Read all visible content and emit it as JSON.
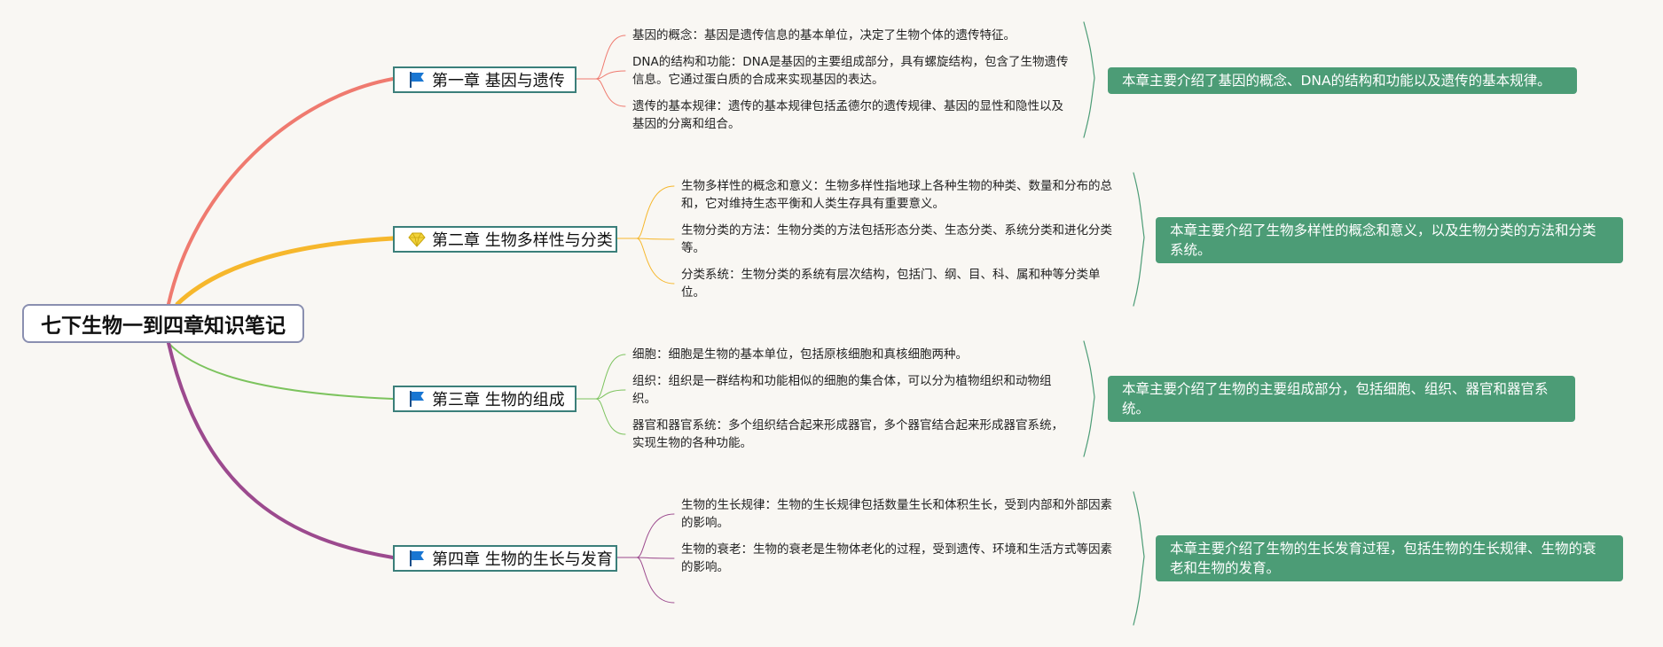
{
  "root": {
    "title": "七下生物一到四章知识笔记"
  },
  "chapters": [
    {
      "title": "第一章 基因与遗传",
      "icon": "flag-icon",
      "color": "#ef7a6f",
      "points": [
        "基因的概念：基因是遗传信息的基本单位，决定了生物个体的遗传特征。",
        "DNA的结构和功能：DNA是基因的主要组成部分，具有螺旋结构，包含了生物遗传信息。它通过蛋白质的合成来实现基因的表达。",
        "遗传的基本规律：遗传的基本规律包括孟德尔的遗传规律、基因的显性和隐性以及基因的分离和组合。"
      ],
      "summary": "本章主要介绍了基因的概念、DNA的结构和功能以及遗传的基本规律。"
    },
    {
      "title": "第二章 生物多样性与分类",
      "icon": "diamond-icon",
      "color": "#f6b72c",
      "points": [
        "生物多样性的概念和意义：生物多样性指地球上各种生物的种类、数量和分布的总和，它对维持生态平衡和人类生存具有重要意义。",
        "生物分类的方法：生物分类的方法包括形态分类、生态分类、系统分类和进化分类等。",
        "分类系统：生物分类的系统有层次结构，包括门、纲、目、科、属和种等分类单位。"
      ],
      "summary": "本章主要介绍了生物多样性的概念和意义，以及生物分类的方法和分类系统。"
    },
    {
      "title": "第三章 生物的组成",
      "icon": "flag-icon",
      "color": "#7cc35d",
      "points": [
        "细胞：细胞是生物的基本单位，包括原核细胞和真核细胞两种。",
        "组织：组织是一群结构和功能相似的细胞的集合体，可以分为植物组织和动物组织。",
        "器官和器官系统：多个组织结合起来形成器官，多个器官结合起来形成器官系统，实现生物的各种功能。"
      ],
      "summary": "本章主要介绍了生物的主要组成部分，包括细胞、组织、器官和器官系统。"
    },
    {
      "title": "第四章 生物的生长与发育",
      "icon": "flag-icon",
      "color": "#9c4a8e",
      "points": [
        "生物的生长规律：生物的生长规律包括数量生长和体积生长，受到内部和外部因素的影响。",
        "生物的衰老：生物的衰老是生物体老化的过程，受到遗传、环境和生活方式等因素的影响。"
      ],
      "summary": "本章主要介绍了生物的生长发育过程，包括生物的生长规律、生物的衰老和生物的发育。"
    }
  ],
  "colors": {
    "background": "#f9f7f3",
    "root_border": "#8a8fb0",
    "chapter_border": "#3b7f7a",
    "summary_bg": "#4c9c76",
    "summary_brace": "#4c9c76",
    "flag": "#1976d2",
    "diamond": "#f2d23a"
  }
}
